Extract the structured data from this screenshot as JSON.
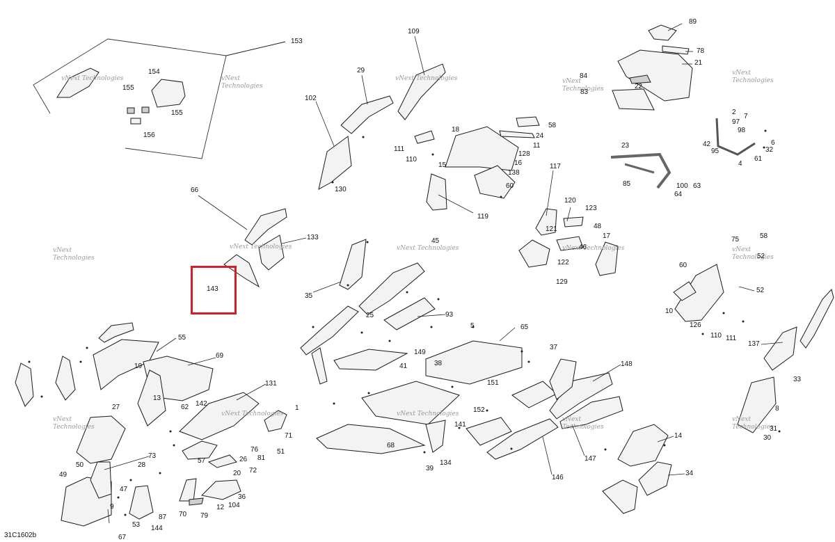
{
  "drawing_id": "31C1602b",
  "watermark": {
    "line1": "vNext",
    "line2": "Technologies",
    "single": "vNext Technologies"
  },
  "highlight_color": "#d0202a",
  "callouts": {
    "c89": "89",
    "c78": "78",
    "c21": "21",
    "c22": "22",
    "c84": "84",
    "c83": "83",
    "c153": "153",
    "c154": "154",
    "c155a": "155",
    "c155b": "155",
    "c156": "156",
    "c109": "109",
    "c29": "29",
    "c102": "102",
    "c130": "130",
    "c58a": "58",
    "c18": "18",
    "c24": "24",
    "c11": "11",
    "c111": "111",
    "c110": "110",
    "c128": "128",
    "c15": "15",
    "c16": "16",
    "c138": "138",
    "c60a": "60",
    "c119": "119",
    "c2": "2",
    "c7": "7",
    "c97": "97",
    "c98": "98",
    "c42": "42",
    "c95": "95",
    "c6": "6",
    "c32": "32",
    "c61": "61",
    "c4": "4",
    "c23": "23",
    "c85": "85",
    "c100": "100",
    "c63": "63",
    "c64": "64",
    "c66": "66",
    "c133": "133",
    "c143": "143",
    "c117": "117",
    "c120": "120",
    "c123": "123",
    "c48": "48",
    "c121": "121",
    "c17": "17",
    "c46": "46",
    "c122": "122",
    "c129": "129",
    "c45": "45",
    "c35": "35",
    "c25": "25",
    "c93": "93",
    "c75": "75",
    "c58b": "58",
    "c52a": "52",
    "c60b": "60",
    "c52b": "52",
    "c10": "10",
    "c126": "126",
    "c110b": "110",
    "c111b": "111",
    "c137": "137",
    "c33": "33",
    "c8": "8",
    "c31": "31",
    "c30": "30",
    "c55": "55",
    "c69": "69",
    "c19": "19",
    "c13": "13",
    "c62": "62",
    "c142": "142",
    "c27": "27",
    "c5": "5",
    "c65": "65",
    "c149": "149",
    "c41": "41",
    "c38": "38",
    "c151": "151",
    "c152": "152",
    "c37": "37",
    "c148": "148",
    "c131": "131",
    "c1": "1",
    "c71": "71",
    "c51": "51",
    "c76": "76",
    "c81": "81",
    "c57": "57",
    "c26": "26",
    "c72": "72",
    "c20": "20",
    "c68": "68",
    "c141": "141",
    "c134": "134",
    "c39": "39",
    "c147": "147",
    "c146": "146",
    "c14": "14",
    "c34": "34",
    "c73": "73",
    "c28": "28",
    "c50": "50",
    "c49": "49",
    "c47": "47",
    "c9": "9",
    "c87": "87",
    "c53": "53",
    "c144": "144",
    "c67": "67",
    "c70": "70",
    "c79": "79",
    "c12": "12",
    "c36": "36",
    "c104": "104"
  }
}
